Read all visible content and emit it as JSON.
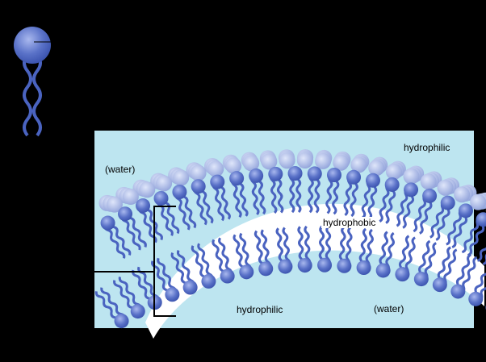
{
  "labels": {
    "hydrophilic_top": "hydrophilic",
    "water_left": "(water)",
    "hydrophobic": "hydrophobic",
    "hydrophilic_bottom": "hydrophilic",
    "water_right": "(water)"
  },
  "colors": {
    "water": "#bde5f0",
    "head": "#5a72c8",
    "tail": "#4a63c0",
    "background": "#000000"
  }
}
